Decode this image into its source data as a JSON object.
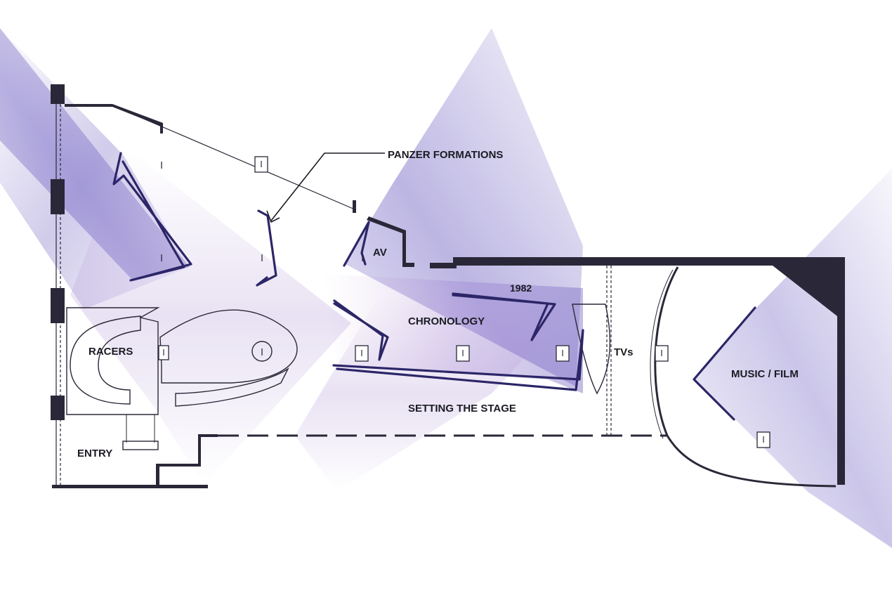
{
  "labels": {
    "panzer": "PANZER FORMATIONS",
    "av": "AV",
    "year": "1982",
    "chronology": "CHRONOLOGY",
    "racers": "RACERS",
    "tvs": "TVs",
    "music_film": "MUSIC / FILM",
    "setting_stage": "SETTING THE STAGE",
    "entry": "ENTRY"
  },
  "icons": {
    "column": "steel-i-beam-icon"
  },
  "colors": {
    "beam": "#7a6bc4",
    "wall": "#2a2838",
    "sketch": "#2c2668"
  }
}
